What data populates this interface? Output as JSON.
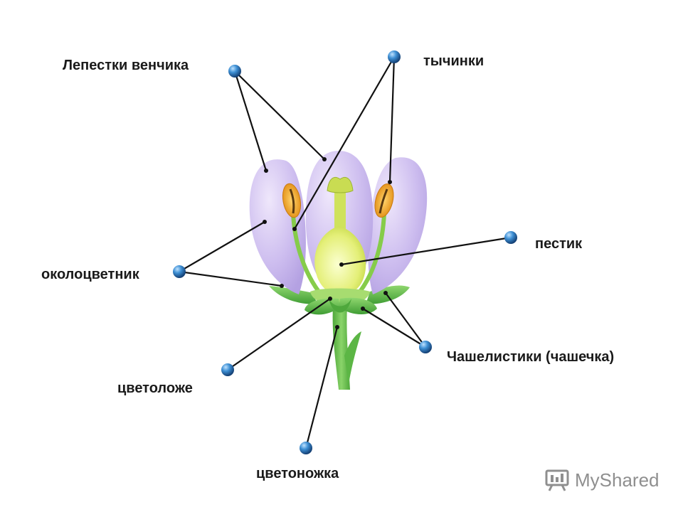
{
  "labels": {
    "petals": "Лепестки венчика",
    "stamens": "тычинки",
    "pistil": "пестик",
    "perianth": "околоцветник",
    "sepals": "Чашелистики (чашечка)",
    "receptacle": "цветоложе",
    "pedicel": "цветоножка"
  },
  "watermark": {
    "text": "MyShared",
    "icon": "projector-logo-icon"
  },
  "colors": {
    "petal": "#c9b9ec",
    "petal_light": "#e7ddf8",
    "sepal": "#5fbf4a",
    "stem": "#6cc24a",
    "pistil": "#e6f07a",
    "anther": "#f0a92a",
    "leader_line": "#111111",
    "marker": "#2f7fc4",
    "label_text": "#1a1a1a",
    "watermark": "#8f8f8f"
  }
}
